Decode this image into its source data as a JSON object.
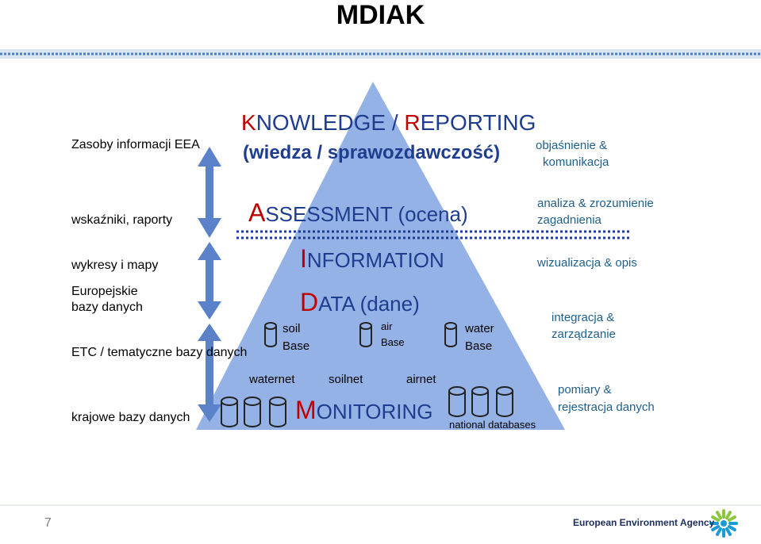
{
  "title": "MDIAK",
  "page_number": "7",
  "agency": "European Environment Agency",
  "colors": {
    "pyramid": "#95b2e6",
    "arrow": "#5b82c8",
    "title_rule": "#4f7fc0",
    "accent_red": "#c00000",
    "level_blue": "#1f3d8f",
    "right_text": "#1f5f8b"
  },
  "left_labels": {
    "eea": "Zasoby informacji EEA",
    "indicators": "wskaźniki, raporty",
    "charts": "wykresy i mapy",
    "eu_db_1": "Europejskie",
    "eu_db_2": "bazy danych",
    "etc": "ETC / tematyczne bazy danych",
    "national": "krajowe bazy danych"
  },
  "levels": {
    "knowledge": {
      "cap": "K",
      "rest": "NOWLEDGE / ",
      "cap2": "R",
      "rest2": "EPORTING",
      "sub": "(wiedza / sprawozdawczość)"
    },
    "assessment": {
      "cap": "A",
      "rest": "SSESSMENT (ocena)"
    },
    "information": {
      "cap": "I",
      "rest": "NFORMATION"
    },
    "data": {
      "cap": "D",
      "rest": "ATA (dane)"
    },
    "monitoring": {
      "cap": "M",
      "rest": "ONITORING"
    }
  },
  "bases": {
    "soil_1": "soil",
    "soil_2": "Base",
    "air_1": "air",
    "air_2": "Base",
    "water_1": "water",
    "water_2": "Base"
  },
  "nets": {
    "water": "waternet",
    "soil": "soilnet",
    "air": "airnet"
  },
  "national_databases": "national databases",
  "right_labels": {
    "explain_1": "objaśnienie &",
    "explain_2": "komunikacja",
    "analysis_1": "analiza & zrozumienie",
    "analysis_2": "zagadnienia",
    "visual": "wizualizacja & opis",
    "integration_1": "integracja &",
    "integration_2": "zarządzanie",
    "measure_1": "pomiary &",
    "measure_2": "rejestracja danych"
  }
}
